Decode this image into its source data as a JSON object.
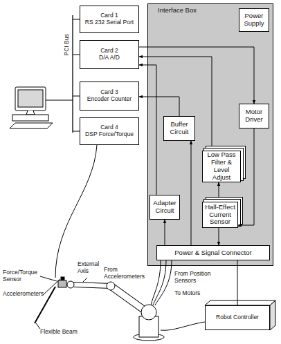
{
  "diagram": {
    "nodes": [
      {
        "text": [
          "Card 1",
          "RS 232 Serial Port"
        ]
      },
      {
        "text": [
          "Card 2",
          "D/A A/D"
        ]
      },
      {
        "text": [
          "Card 3",
          "Encoder Counter"
        ]
      },
      {
        "text": [
          "Card 4",
          "DSP Force/Torque"
        ]
      },
      {
        "text": [
          "Interface Box"
        ]
      },
      {
        "text": [
          "Power Supply"
        ],
        "in": 4
      },
      {
        "text": [
          "Buffer Circuit"
        ],
        "in": 4
      },
      {
        "text": [
          "Adapter Circuit"
        ],
        "in": 4
      },
      {
        "text": [
          "Motor Driver"
        ],
        "in": 4
      },
      {
        "text": [
          "Low Pass Filter & Level Adjust"
        ],
        "in": 4
      },
      {
        "text": [
          "Hall-Effect Current Sensor"
        ],
        "in": 4
      },
      {
        "text": [
          "Power & Signal Connector"
        ],
        "in": 4
      },
      {
        "text": [
          "Robot Controller"
        ]
      }
    ],
    "edges": [
      {
        "from": 1,
        "to": 8,
        "arrow": "to"
      },
      {
        "from": 9,
        "to": 1,
        "arrow": "to"
      },
      {
        "from": 6,
        "to": 2,
        "arrow": "to"
      },
      {
        "from": 7,
        "to": 1,
        "arrow": "to"
      },
      {
        "from": 8,
        "to": 10,
        "arrow": "to"
      },
      {
        "from": 10,
        "to": 9,
        "arrow": "to"
      },
      {
        "from": 10,
        "to": 11,
        "arrow": "to"
      },
      {
        "from": 11,
        "to": 7,
        "arrow": "to"
      },
      {
        "from": 11,
        "to": 6,
        "arrow": "to"
      },
      {
        "from": 12,
        "to": 11,
        "arrow": "none"
      }
    ],
    "labels": [
      "PCI Bus",
      "Force/Torque Sensor",
      "Accelerometers",
      "External Axis",
      "Flexible Beam",
      "From Accelerometers",
      "From Position Sensors",
      "To Motors"
    ]
  }
}
